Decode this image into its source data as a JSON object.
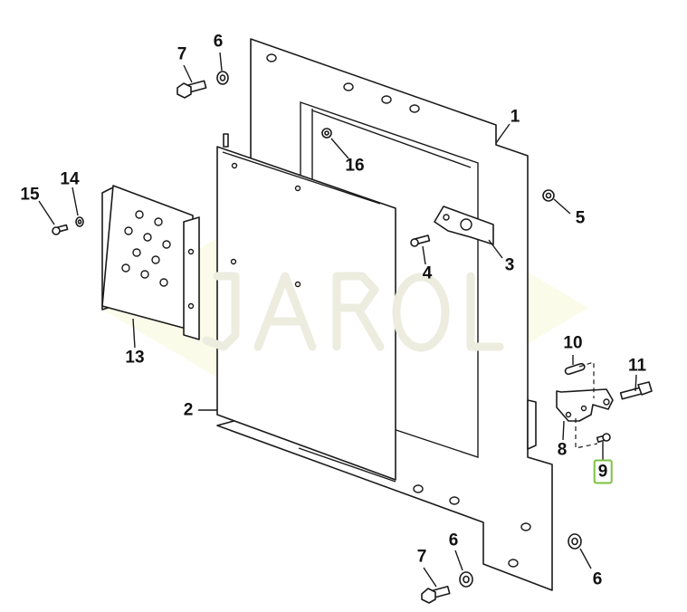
{
  "diagram": {
    "watermark": "JAROL",
    "highlight_color": "#7dc242",
    "watermark_color": "#f7f7dc",
    "selected_part": "9",
    "callouts": [
      {
        "id": "c7a",
        "label": "7"
      },
      {
        "id": "c6a",
        "label": "6"
      },
      {
        "id": "c16",
        "label": "16"
      },
      {
        "id": "c1",
        "label": "1"
      },
      {
        "id": "c5",
        "label": "5"
      },
      {
        "id": "c3",
        "label": "3"
      },
      {
        "id": "c4",
        "label": "4"
      },
      {
        "id": "c15",
        "label": "15"
      },
      {
        "id": "c14",
        "label": "14"
      },
      {
        "id": "c13",
        "label": "13"
      },
      {
        "id": "c2",
        "label": "2"
      },
      {
        "id": "c10",
        "label": "10"
      },
      {
        "id": "c11",
        "label": "11"
      },
      {
        "id": "c8",
        "label": "8"
      },
      {
        "id": "c9",
        "label": "9"
      },
      {
        "id": "c7b",
        "label": "7"
      },
      {
        "id": "c6b",
        "label": "6"
      },
      {
        "id": "c6c",
        "label": "6"
      }
    ]
  }
}
